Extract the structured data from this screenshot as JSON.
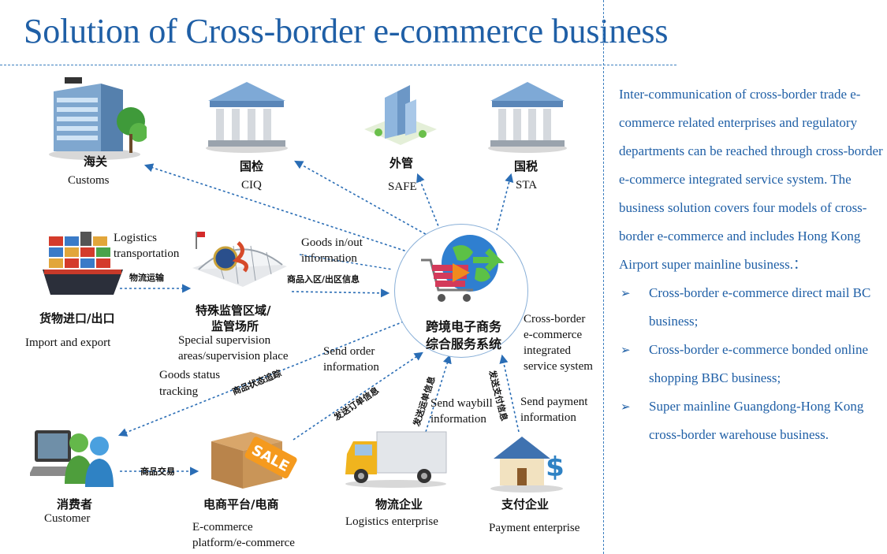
{
  "title": "Solution of Cross-border e-commerce business",
  "nodes": {
    "customs": {
      "cn": "海关",
      "en": "Customs"
    },
    "ciq": {
      "cn": "国检",
      "en": "CIQ"
    },
    "safe": {
      "cn": "外管",
      "en": "SAFE"
    },
    "sta": {
      "cn": "国税",
      "en": "STA"
    },
    "import": {
      "cn": "货物进口/出口",
      "en": "Import and export"
    },
    "zone": {
      "cn1": "特殊监管区域/",
      "cn2": "监管场所",
      "en1": "Special supervision",
      "en2": "areas/supervision place"
    },
    "center": {
      "cn1": "跨境电子商务",
      "cn2": "综合服务系统",
      "en1": "Cross-border",
      "en2": "e-commerce",
      "en3": "integrated",
      "en4": "service system"
    },
    "customer": {
      "cn": "消费者",
      "en": "Customer"
    },
    "platform": {
      "cn": "电商平台/电商",
      "en1": "E-commerce",
      "en2": "platform/e-commerce",
      "badge": "SALE"
    },
    "logistics": {
      "cn": "物流企业",
      "en": "Logistics enterprise"
    },
    "payment": {
      "cn": "支付企业",
      "en": "Payment enterprise"
    }
  },
  "edge_labels": {
    "logistics_en1": "Logistics",
    "logistics_en2": "transportation",
    "logistics_cn": "物流运输",
    "goods_en1": "Goods in/out",
    "goods_en2": "information",
    "goods_cn": "商品入区/出区信息",
    "status_en1": "Goods status",
    "status_en2": "tracking",
    "status_cn": "商品状态追踪",
    "order_en1": "Send order",
    "order_en2": "information",
    "order_cn": "发送订单信息",
    "waybill_en1": "Send waybill",
    "waybill_en2": "information",
    "waybill_cn": "发送运单信息",
    "pay_en1": "Send payment",
    "pay_en2": "information",
    "pay_cn": "发送支付信息",
    "trade_cn": "商品交易"
  },
  "right_panel": {
    "intro": "Inter-communication of cross-border trade e-commerce related enterprises and regulatory departments can be reached through cross-border e-commerce integrated service system. The business solution covers four models of cross-border e-commerce and includes Hong Kong Airport super mainline business.：",
    "bullet_mark": "➢",
    "bullets": [
      "Cross-border e-commerce direct mail BC business;",
      "Cross-border e-commerce bonded online shopping BBC business;",
      "Super mainline Guangdong-Hong Kong cross-border warehouse business."
    ]
  },
  "colors": {
    "title": "#1f5fa6",
    "arrow": "#2a6db5",
    "panel_text": "#1f5fa6"
  }
}
